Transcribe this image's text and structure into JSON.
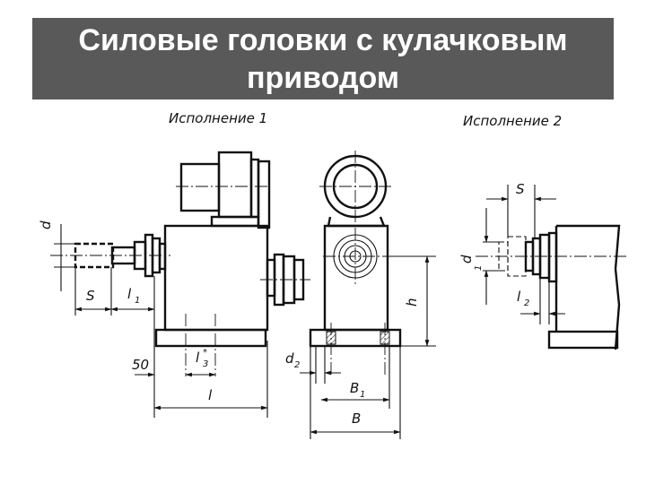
{
  "title": "Силовые головки с кулачковым\nприводом",
  "captions": {
    "variant1": "Исполнение 1",
    "variant2": "Исполнение 2"
  },
  "dimensions": {
    "d": "d",
    "s": "S",
    "l1": "l",
    "l1_sub": "1",
    "fifty": "50",
    "l3": "l",
    "l3_sub": "3",
    "l3_star": "*",
    "l": "l",
    "d2": "d",
    "d2_sub": "2",
    "h": "h",
    "b1": "B",
    "b1_sub": "1",
    "b": "B",
    "s2": "S",
    "d1": "d",
    "d1_sub": "1",
    "l2": "l",
    "l2_sub": "2"
  },
  "colors": {
    "title_background": "#595959",
    "title_text": "#ffffff",
    "line": "#111111"
  }
}
